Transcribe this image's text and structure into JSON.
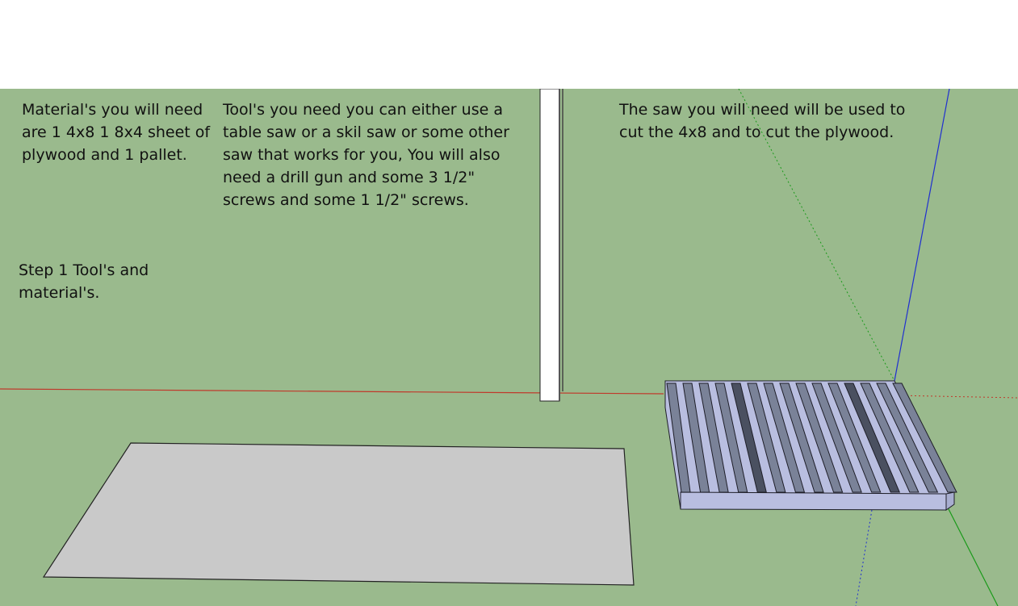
{
  "notes": {
    "materials": "Material's you will need\nare 1 4x8 1 8x4 sheet of\nplywood and 1 pallet.",
    "tools": "Tool's you need you can either use a\ntable saw or a skil saw or some other\nsaw that works for you, You will also\nneed a drill gun and some 3 1/2\"\nscrews and some 1 1/2\" screws.",
    "saw": "The saw you will need will be used to\ncut the 4x8 and to cut the plywood.",
    "step": "Step 1 Tool's and\nmaterial's."
  },
  "colors": {
    "background": "#9aba8d",
    "x_axis": "#c0392b",
    "y_axis": "#1a9a1a",
    "z_axis": "#2030d0",
    "plywood": "#c9c9c9",
    "post": "#ffffff",
    "pallet_slat": "#7a8298",
    "pallet_frame": "#b9bee0"
  },
  "objects": [
    "4x8-post",
    "plywood-sheet",
    "pallet"
  ]
}
